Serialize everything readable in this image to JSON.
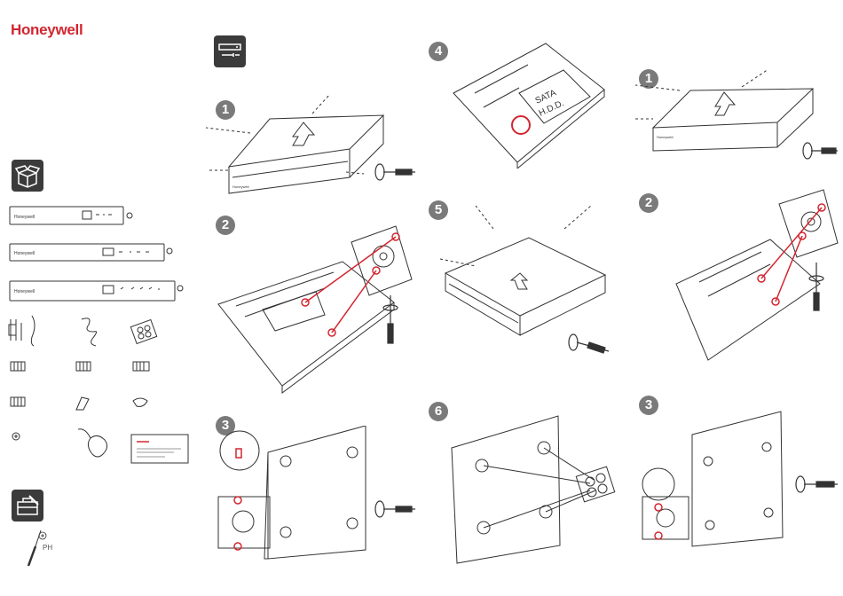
{
  "brand": {
    "name": "Honeywell",
    "color": "#d22630"
  },
  "icons": {
    "box": "open-box-icon",
    "tools": "toolbox-icon",
    "hdd": "hard-drive-icon"
  },
  "parts": {
    "screwdriver_label": "PH",
    "hdd_label_1": "SATA",
    "hdd_label_2": "H.D.D.",
    "nvr_brand": "Honeywell"
  },
  "steps": {
    "col1": [
      "1",
      "2",
      "3"
    ],
    "col2": [
      "4",
      "5",
      "6"
    ],
    "col3": [
      "1",
      "2",
      "3"
    ]
  },
  "colors": {
    "accent_red": "#d22630",
    "badge_grey": "#7a7a7a",
    "icon_bg": "#3b3b3b",
    "line": "#333333"
  }
}
